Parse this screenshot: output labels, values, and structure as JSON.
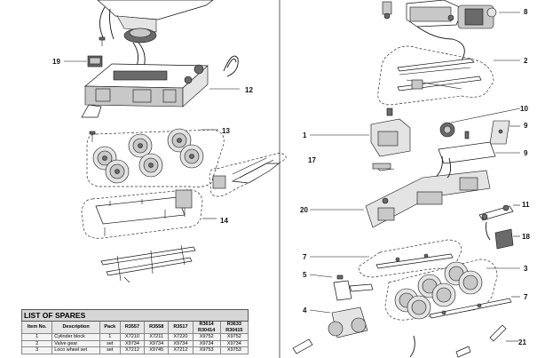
{
  "callouts": [
    "19",
    "12",
    "13",
    "17",
    "14",
    "8",
    "2",
    "1",
    "10",
    "9",
    "9",
    "20",
    "11",
    "18",
    "7",
    "5",
    "3",
    "7",
    "4",
    "21"
  ],
  "spares_table": {
    "title": "LIST OF SPARES",
    "headers": [
      "Item No.",
      "Description",
      "Pack",
      "R3557",
      "R3558",
      "R3517",
      "R3614\nR30414",
      "R3633\nR30415"
    ],
    "rows": [
      [
        "1",
        "Cylinder block",
        "1",
        "X7210",
        "X7211",
        "X7220",
        "X9752",
        "X9752"
      ],
      [
        "2",
        "Valve gear",
        "set",
        "X9734",
        "X9734",
        "X9734",
        "X9734",
        "X9734"
      ],
      [
        "3",
        "Loco wheel set",
        "set",
        "X7212",
        "X9745",
        "X7212",
        "X9753",
        "X9753"
      ]
    ]
  }
}
